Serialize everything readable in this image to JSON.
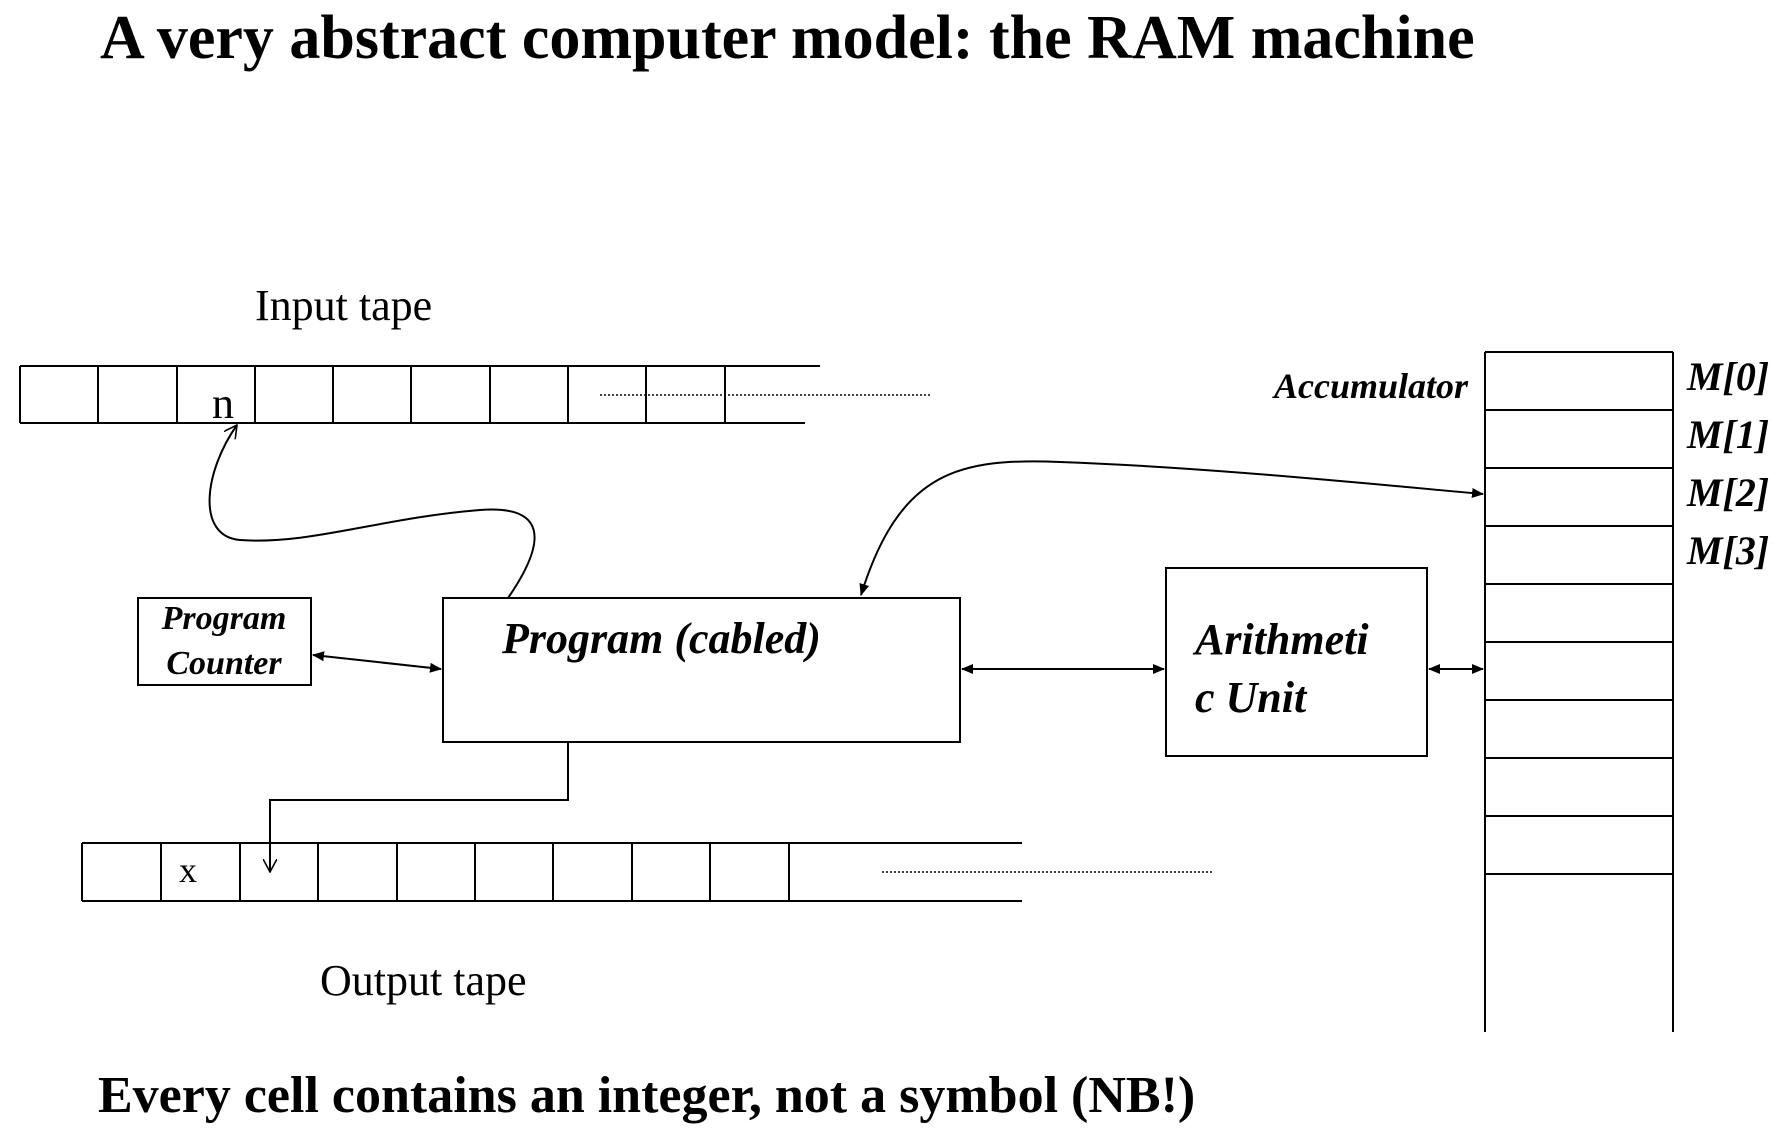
{
  "title": "A very abstract computer model: the RAM machine",
  "footer": "Every cell contains an integer, not a symbol (NB!)",
  "input_tape": {
    "label": "Input tape",
    "cell_value": "n"
  },
  "output_tape": {
    "label": "Output tape",
    "cell_value": "x"
  },
  "program_counter": {
    "line1": "Program",
    "line2": "Counter"
  },
  "program": {
    "label": "Program (cabled)"
  },
  "arithmetic_unit": {
    "line1": "Arithmeti",
    "line2": "c Unit"
  },
  "memory": {
    "accumulator_label": "Accumulator",
    "cells": [
      "M[0]",
      "M[1]",
      "M[2]",
      "M[3]"
    ]
  }
}
